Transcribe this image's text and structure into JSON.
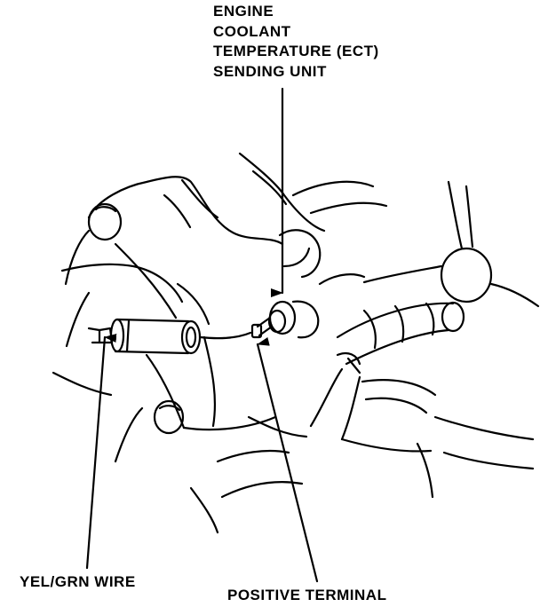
{
  "labels": {
    "ect_lines": [
      "ENGINE",
      "COOLANT",
      "TEMPERATURE (ECT)",
      "SENDING UNIT"
    ],
    "wire": "YEL/GRN WIRE",
    "terminal": "POSITIVE TERMINAL"
  }
}
